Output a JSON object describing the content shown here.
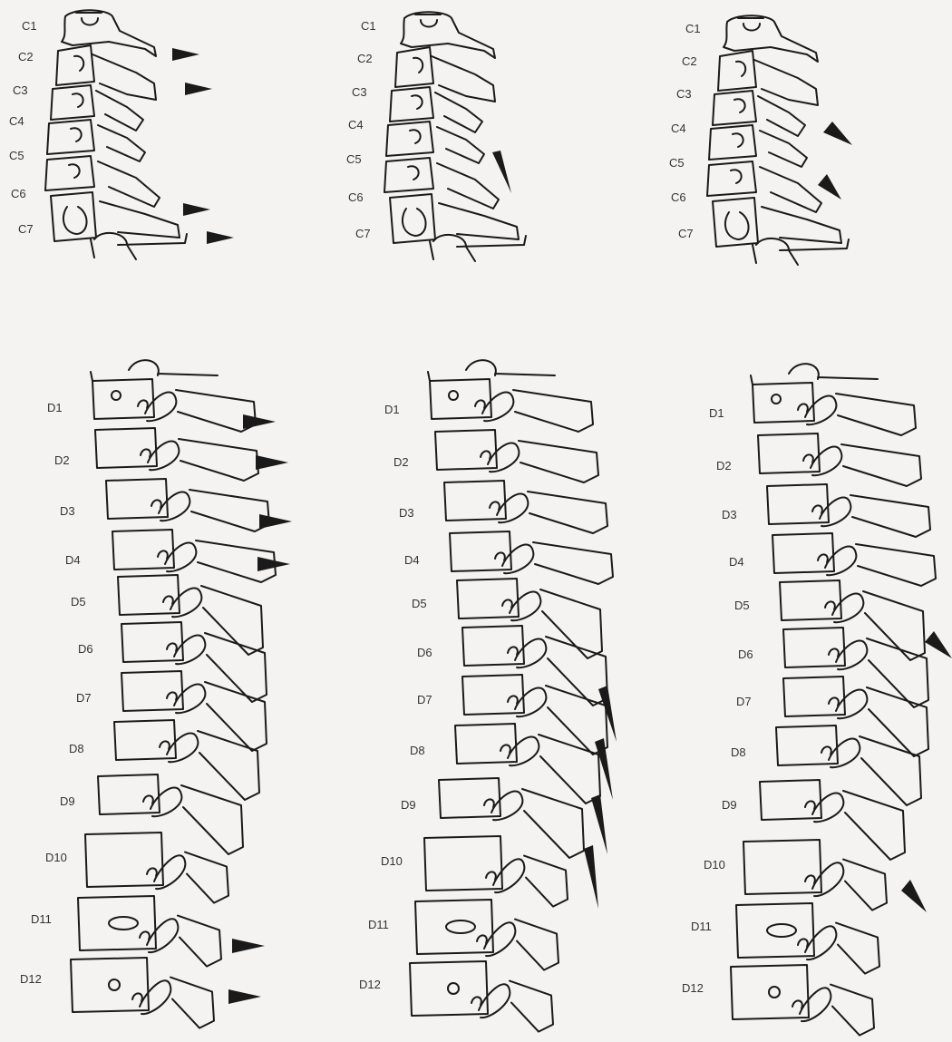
{
  "labels": {
    "cervical": [
      "C1",
      "C2",
      "C3",
      "C4",
      "C5",
      "C6",
      "C7"
    ],
    "dorsal": [
      "D1",
      "D2",
      "D3",
      "D4",
      "D5",
      "D6",
      "D7",
      "D8",
      "D9",
      "D10",
      "D11",
      "D12"
    ]
  },
  "panels": [
    {
      "region": "cervical",
      "column": 1,
      "arrowheads_at": [
        "C2",
        "C3",
        "C6",
        "C7"
      ]
    },
    {
      "region": "cervical",
      "column": 2,
      "arrowheads_at": [
        "C5"
      ]
    },
    {
      "region": "cervical",
      "column": 3,
      "arrowheads_at": [
        "C4",
        "C5"
      ]
    },
    {
      "region": "dorsal",
      "column": 1,
      "arrowheads_at": [
        "D1",
        "D2",
        "D3",
        "D4",
        "D11",
        "D12"
      ]
    },
    {
      "region": "dorsal",
      "column": 2,
      "arrowheads_at": [
        "D7",
        "D8",
        "D9",
        "D10"
      ]
    },
    {
      "region": "dorsal",
      "column": 3,
      "arrowheads_at": [
        "D6",
        "D10"
      ]
    }
  ],
  "colors": {
    "background": "#f4f3f1",
    "ink": "#1a1a1a",
    "label": "#333333"
  }
}
